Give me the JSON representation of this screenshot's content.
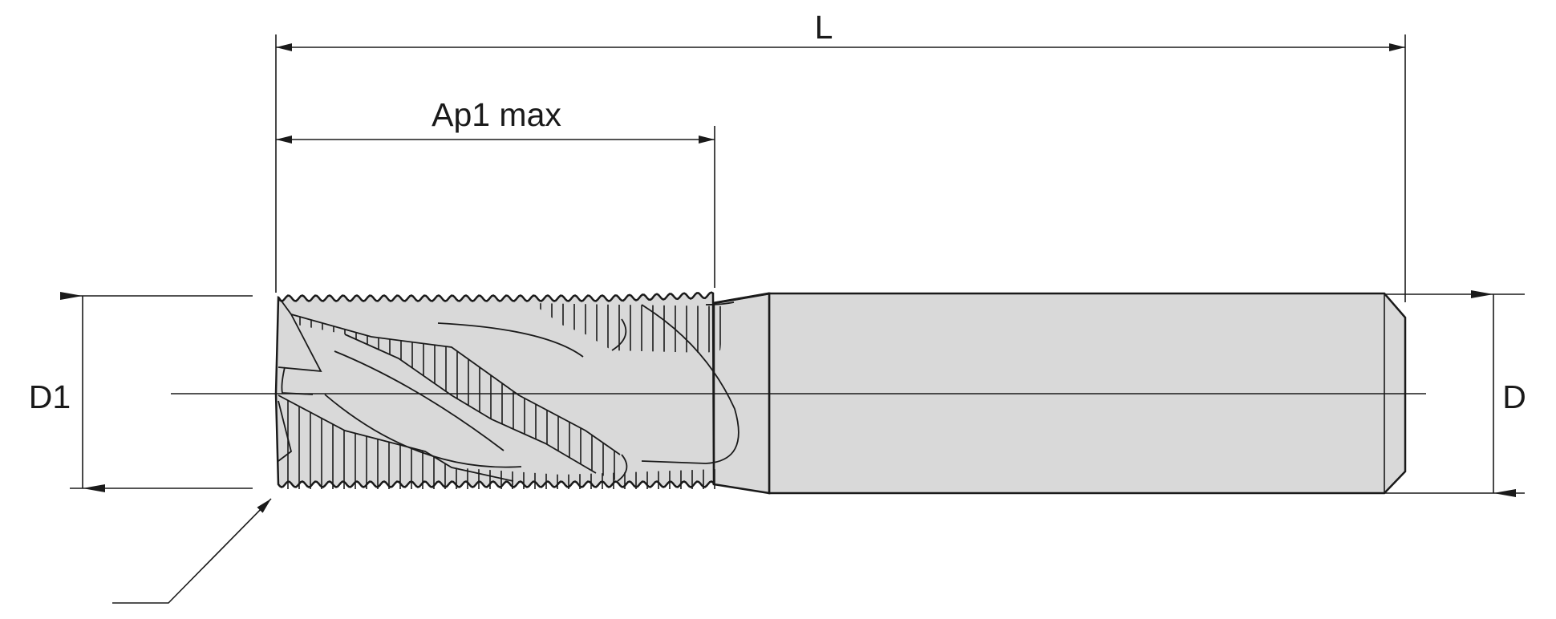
{
  "labels": {
    "overall_length": "L",
    "cutting_depth": "Ap1 max",
    "cutting_diameter": "D1",
    "shank_diameter": "D"
  },
  "colors": {
    "tool_fill": "#d9d9d9",
    "line": "#1a1a1a",
    "background": "#ffffff"
  }
}
